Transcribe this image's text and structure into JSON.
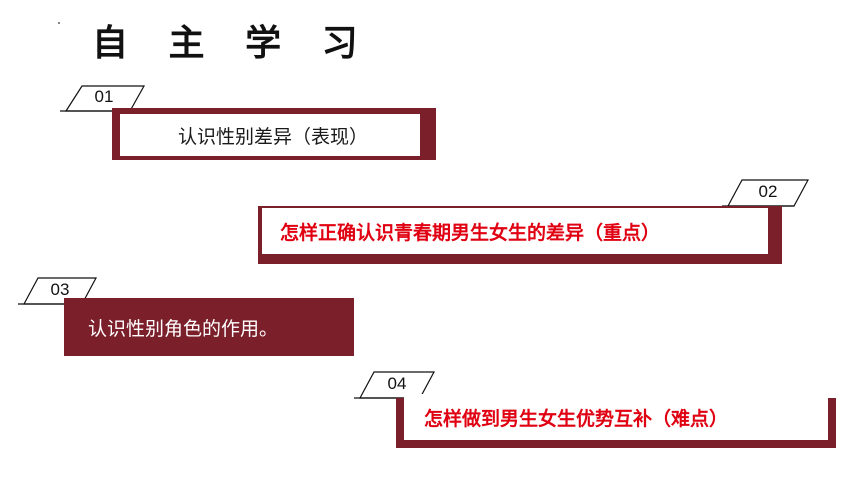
{
  "title": "自 主 学 习",
  "items": [
    {
      "number": "01",
      "text": "认识性别差异（表现）"
    },
    {
      "number": "02",
      "text": "怎样正确认识青春期男生女生的差异（重点）"
    },
    {
      "number": "03",
      "text": "认识性别角色的作用。"
    },
    {
      "number": "04",
      "text": "怎样做到男生女生优势互补（难点）"
    }
  ],
  "colors": {
    "accent": "#7b1f2b",
    "highlight": "#e00012"
  }
}
